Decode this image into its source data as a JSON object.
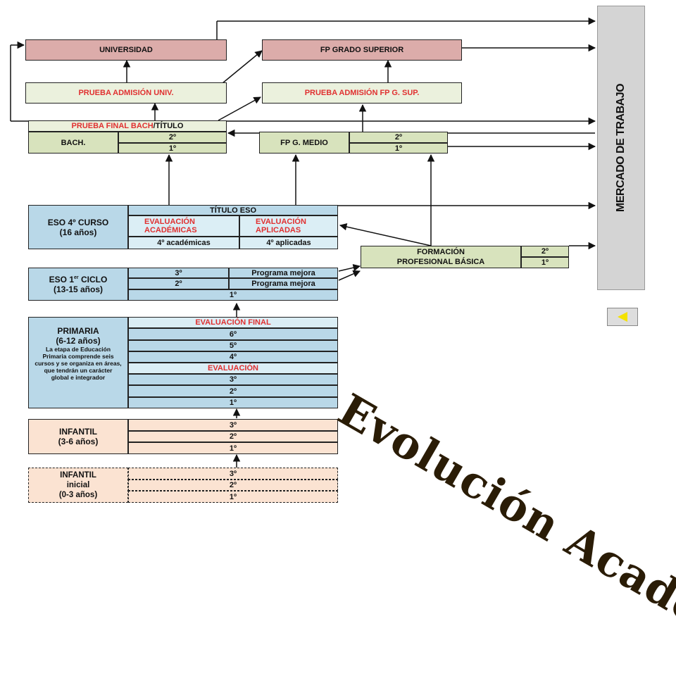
{
  "mercado": "MERCADO DE TRABAJO",
  "universidad": "UNIVERSIDAD",
  "fp_grado_superior": "FP GRADO SUPERIOR",
  "prueba_admision_univ": "PRUEBA ADMISIÓN UNIV.",
  "prueba_admision_fp": "PRUEBA ADMISIÓN FP G. SUP.",
  "prueba_final_bach": "PRUEBA FINAL BACH",
  "titulo_suffix": "/TÍTULO",
  "bach": "BACH.",
  "fp_medio": "FP G. MEDIO",
  "curso_2": "2º",
  "curso_1": "1º",
  "curso_3": "3º",
  "curso_4": "4º",
  "curso_5": "5º",
  "curso_6": "6º",
  "eso4_line1": "ESO 4º CURSO",
  "eso4_line2": "(16 años)",
  "titulo_eso": "TÍTULO ESO",
  "eval_academicas": "EVALUACIÓN ACADÉMICAS",
  "eval_aplicadas": "EVALUACIÓN APLICADAS",
  "cuarto_academicas": "4º académicas",
  "cuarto_aplicadas": "4º aplicadas",
  "fp_basica_line1": "FORMACIÓN",
  "fp_basica_line2": "PROFESIONAL BÁSICA",
  "eso1_line1": "ESO 1",
  "eso1_sup": "er",
  "eso1_line1_end": " CICLO",
  "eso1_line2": "(13-15 años)",
  "programa_mejora": "Programa mejora",
  "primaria_line1": "PRIMARIA",
  "primaria_line2": "(6-12 años)",
  "primaria_desc": "La etapa de Educación Primaria comprende seis cursos y se organiza en áreas, que tendrán un carácter global e integrador",
  "evaluacion_final": "EVALUACIÓN FINAL",
  "evaluacion": "EVALUACIÓN",
  "infantil_line1": "INFANTIL",
  "infantil_line2": "(3-6 años)",
  "infantil_inicial_line1": "INFANTIL",
  "infantil_inicial_line2": "inicial",
  "infantil_inicial_line3": "(0-3 años)",
  "watermark": "Evolución Académica",
  "colors": {
    "pink": "#dcacaa",
    "green": "#d8e3bd",
    "blue": "#b9d8e8",
    "peach": "#fbe3d2",
    "red": "#e03030",
    "mercado": "#d4d4d4"
  },
  "icons": {
    "back": "back-arrow-icon"
  }
}
